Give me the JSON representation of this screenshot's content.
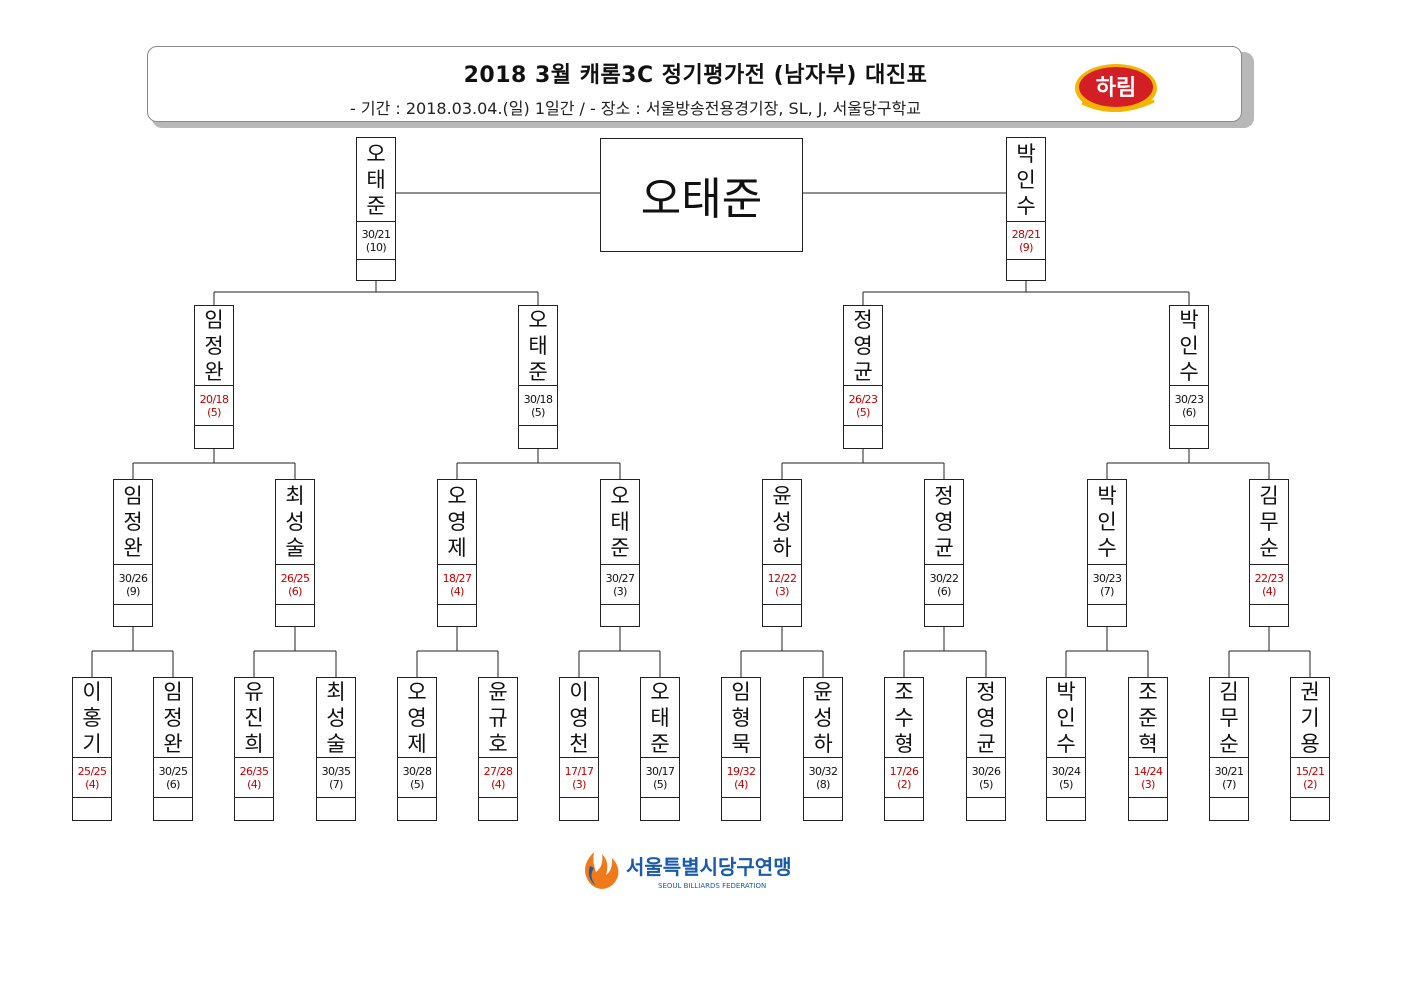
{
  "header": {
    "title": "2018 3월 캐롬3C 정기평가전 (남자부) 대진표",
    "subtitle": "- 기간 : 2018.03.04.(일) 1일간 / - 장소 : 서울방송전용경기장, SL, J, 서울당구학교",
    "sponsor_logo_text": "하림"
  },
  "winner": "오태준",
  "colors": {
    "loss": "#c00000",
    "line": "#222222",
    "fed_orange": "#f07a1a",
    "fed_blue": "#1a5aa8",
    "harim_red": "#d41e26"
  },
  "final": [
    {
      "name": "오태준",
      "score": "30/21",
      "inning": "(10)",
      "win": true
    },
    {
      "name": "박인수",
      "score": "28/21",
      "inning": "(9)",
      "win": false
    }
  ],
  "semi": [
    {
      "name": "임정완",
      "score": "20/18",
      "inning": "(5)",
      "win": false
    },
    {
      "name": "오태준",
      "score": "30/18",
      "inning": "(5)",
      "win": true
    },
    {
      "name": "정영균",
      "score": "26/23",
      "inning": "(5)",
      "win": false
    },
    {
      "name": "박인수",
      "score": "30/23",
      "inning": "(6)",
      "win": true
    }
  ],
  "quarter": [
    {
      "name": "임정완",
      "score": "30/26",
      "inning": "(9)",
      "win": true
    },
    {
      "name": "최성술",
      "score": "26/25",
      "inning": "(6)",
      "win": false
    },
    {
      "name": "오영제",
      "score": "18/27",
      "inning": "(4)",
      "win": false
    },
    {
      "name": "오태준",
      "score": "30/27",
      "inning": "(3)",
      "win": true
    },
    {
      "name": "윤성하",
      "score": "12/22",
      "inning": "(3)",
      "win": false
    },
    {
      "name": "정영균",
      "score": "30/22",
      "inning": "(6)",
      "win": true
    },
    {
      "name": "박인수",
      "score": "30/23",
      "inning": "(7)",
      "win": true
    },
    {
      "name": "김무순",
      "score": "22/23",
      "inning": "(4)",
      "win": false
    }
  ],
  "round16": [
    {
      "name": "이홍기",
      "score": "25/25",
      "inning": "(4)",
      "win": false
    },
    {
      "name": "임정완",
      "score": "30/25",
      "inning": "(6)",
      "win": true
    },
    {
      "name": "유진희",
      "score": "26/35",
      "inning": "(4)",
      "win": false
    },
    {
      "name": "최성술",
      "score": "30/35",
      "inning": "(7)",
      "win": true
    },
    {
      "name": "오영제",
      "score": "30/28",
      "inning": "(5)",
      "win": true
    },
    {
      "name": "윤규호",
      "score": "27/28",
      "inning": "(4)",
      "win": false
    },
    {
      "name": "이영천",
      "score": "17/17",
      "inning": "(3)",
      "win": false
    },
    {
      "name": "오태준",
      "score": "30/17",
      "inning": "(5)",
      "win": true
    },
    {
      "name": "임형묵",
      "score": "19/32",
      "inning": "(4)",
      "win": false
    },
    {
      "name": "윤성하",
      "score": "30/32",
      "inning": "(8)",
      "win": true
    },
    {
      "name": "조수형",
      "score": "17/26",
      "inning": "(2)",
      "win": false
    },
    {
      "name": "정영균",
      "score": "30/26",
      "inning": "(5)",
      "win": true
    },
    {
      "name": "박인수",
      "score": "30/24",
      "inning": "(5)",
      "win": true
    },
    {
      "name": "조준혁",
      "score": "14/24",
      "inning": "(3)",
      "win": false
    },
    {
      "name": "김무순",
      "score": "30/21",
      "inning": "(7)",
      "win": true
    },
    {
      "name": "권기용",
      "score": "15/21",
      "inning": "(2)",
      "win": false
    }
  ],
  "federation": {
    "name_ko": "서울특별시당구연맹",
    "name_en": "SEOUL BILLIARDS FEDERATION"
  }
}
